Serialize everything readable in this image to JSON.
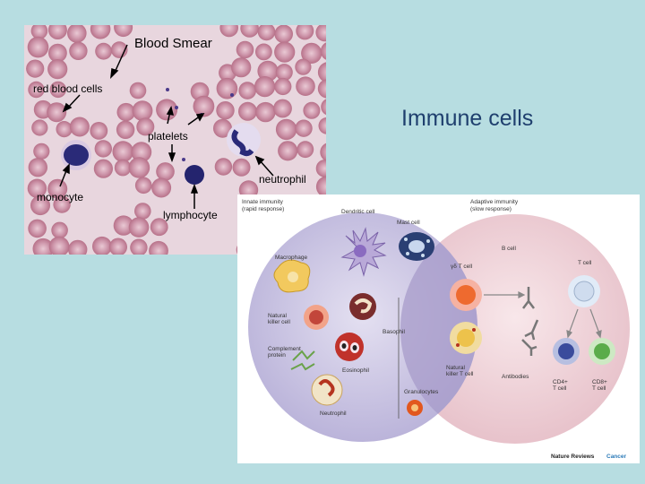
{
  "slide": {
    "title": "Immune cells"
  },
  "blood_smear": {
    "title": "Blood Smear",
    "labels": {
      "rbc": "red blood cells",
      "platelets": "platelets",
      "neutrophil": "neutrophil",
      "monocyte": "monocyte",
      "lymphocyte": "lymphocyte"
    },
    "colors": {
      "background": "#e6d3dc",
      "rbc": "#c98da3",
      "nucleus": "#2a2a78"
    }
  },
  "immunity_diagram": {
    "innate_heading": "Innate immunity",
    "innate_sub": "(rapid response)",
    "adaptive_heading": "Adaptive immunity",
    "adaptive_sub": "(slow response)",
    "cells": {
      "dendritic": "Dendritic cell",
      "mast": "Mast cell",
      "macrophage": "Macrophage",
      "gd_t": "γδ T cell",
      "b_cell": "B cell",
      "t_cell": "T cell",
      "nk_1": "Natural",
      "nk_2": "killer cell",
      "basophil": "Basophil",
      "complement_1": "Complement",
      "complement_2": "protein",
      "eosinophil": "Eosinophil",
      "granulocytes": "Granulocytes",
      "neutrophil": "Neutrophil",
      "antibodies": "Antibodies",
      "nkt_1": "Natural",
      "nkt_2": "killer T cell",
      "cd4_1": "CD4+",
      "cd4_2": "T cell",
      "cd8_1": "CD8+",
      "cd8_2": "T cell"
    },
    "footer_brand": "Nature Reviews",
    "footer_journal": "Cancer",
    "colors": {
      "innate": "#cbc6e3",
      "adaptive": "#f1d7dc",
      "overlap": "#a79bc9"
    }
  }
}
